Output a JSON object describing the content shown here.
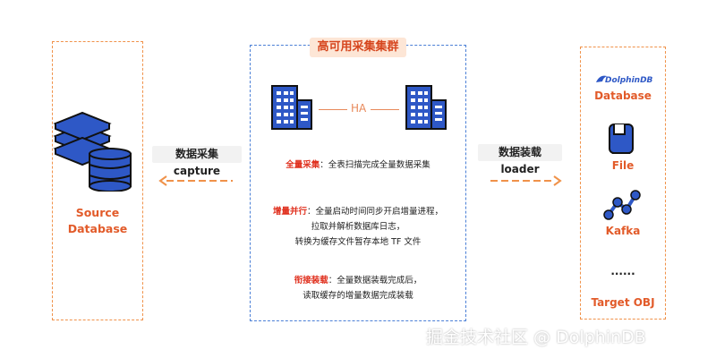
{
  "source": {
    "label_line1": "Source",
    "label_line2": "Database",
    "icon": "database-stack-icon"
  },
  "capture": {
    "label": "数据采集 capture"
  },
  "cluster": {
    "title": "高可用采集集群",
    "ha_label": "HA",
    "icon": "building-icon",
    "full": {
      "highlight": "全量采集",
      "text": "：全表扫描完成全量数据采集"
    },
    "incremental": {
      "highlight": "增量并行",
      "line1": "：全量启动时间同步开启增量进程，",
      "line2": "拉取并解析数据库日志，",
      "line3": "转换为缓存文件暂存本地 TF 文件"
    },
    "join": {
      "highlight": "衔接装载",
      "line1": "：全量数据装载完成后，",
      "line2": "读取缓存的增量数据完成装载"
    }
  },
  "loader": {
    "label": "数据装载 loader"
  },
  "targets": {
    "logo_text": "DolphinDB",
    "database": "Database",
    "file": "File",
    "kafka": "Kafka",
    "ellipsis": "......",
    "footer": "Target OBJ"
  },
  "watermark": "掘金技术社区 @ DolphinDB",
  "colors": {
    "orange": "#e25b2a",
    "blue": "#2e58c6",
    "dashed_orange": "#f0924a",
    "dashed_blue": "#4a7fd6"
  }
}
